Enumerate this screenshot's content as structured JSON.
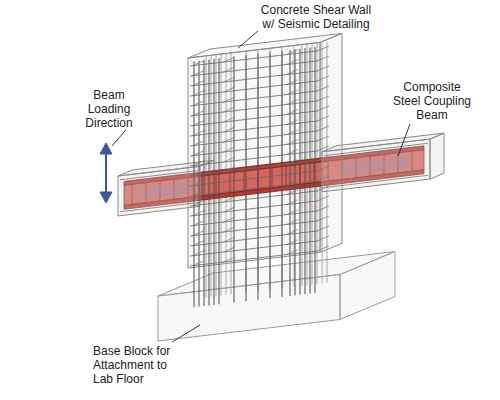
{
  "diagram": {
    "labels": [
      "Concrete Shear Wall w/ Seismic Detailing",
      "Beam Loading Direction",
      "Composite Steel Coupling Beam",
      "Base Block for Attachment to Lab Floor"
    ]
  }
}
